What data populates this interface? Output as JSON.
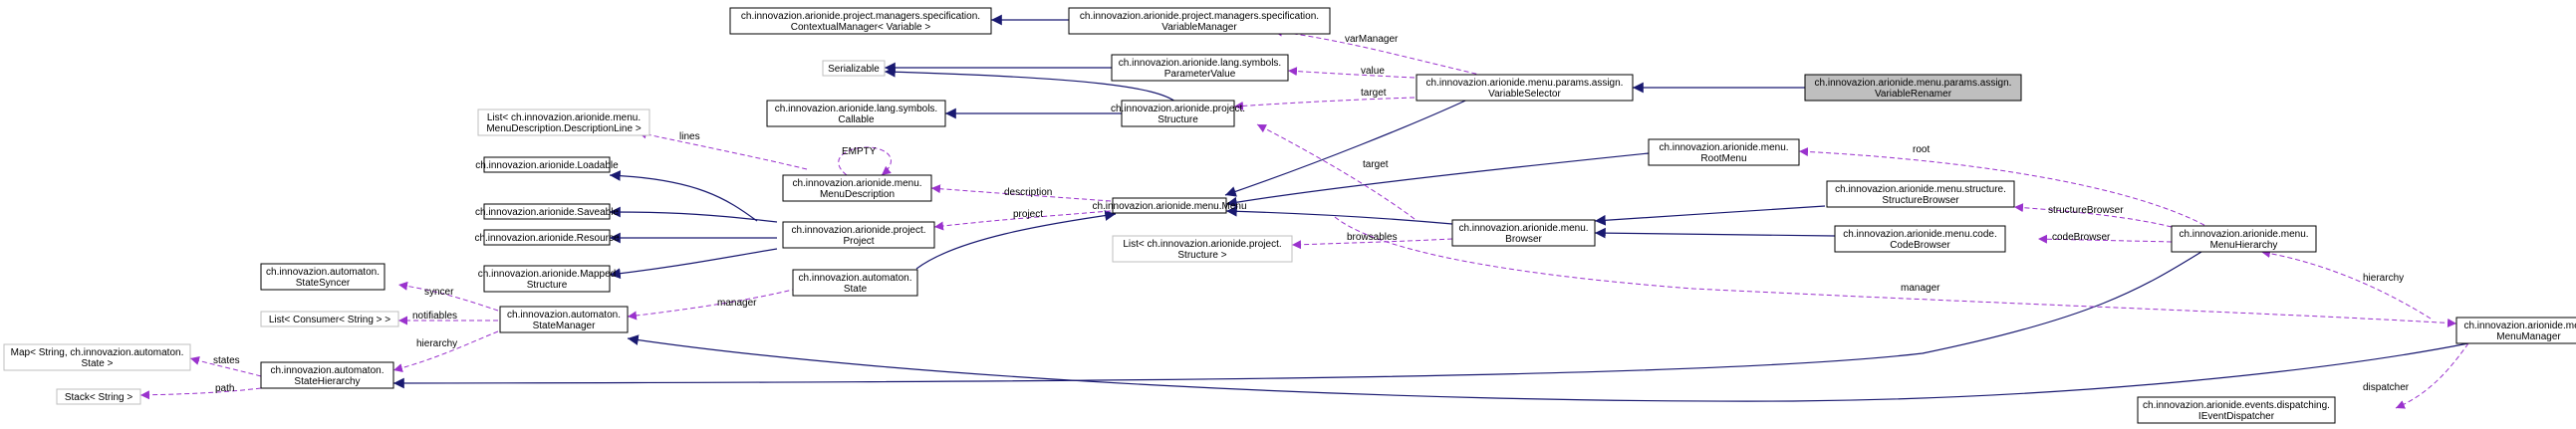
{
  "nodes": {
    "contextual_manager": [
      "ch.innovazion.arionide.project.managers.specification.",
      "ContextualManager< Variable >"
    ],
    "variable_manager": [
      "ch.innovazion.arionide.project.managers.specification.",
      "VariableManager"
    ],
    "serializable": [
      "Serializable"
    ],
    "parameter_value": [
      "ch.innovazion.arionide.lang.symbols.",
      "ParameterValue"
    ],
    "callable": [
      "ch.innovazion.arionide.lang.symbols.",
      "Callable"
    ],
    "structure": [
      "ch.innovazion.arionide.project.",
      "Structure"
    ],
    "variable_selector": [
      "ch.innovazion.arionide.menu.params.assign.",
      "VariableSelector"
    ],
    "variable_renamer": [
      "ch.innovazion.arionide.menu.params.assign.",
      "VariableRenamer"
    ],
    "description_line_list": [
      "List< ch.innovazion.arionide.menu.",
      "MenuDescription.DescriptionLine >"
    ],
    "loadable": [
      "ch.innovazion.arionide.Loadable"
    ],
    "menu_description": [
      "ch.innovazion.arionide.menu.",
      "MenuDescription"
    ],
    "saveable": [
      "ch.innovazion.arionide.Saveable"
    ],
    "menu": [
      "ch.innovazion.arionide.menu.Menu"
    ],
    "resource": [
      "ch.innovazion.arionide.Resource"
    ],
    "project": [
      "ch.innovazion.arionide.project.",
      "Project"
    ],
    "root_menu": [
      "ch.innovazion.arionide.menu.",
      "RootMenu"
    ],
    "structure_browser": [
      "ch.innovazion.arionide.menu.structure.",
      "StructureBrowser"
    ],
    "browser": [
      "ch.innovazion.arionide.menu.",
      "Browser"
    ],
    "structure_list": [
      "List< ch.innovazion.arionide.project.",
      "Structure >"
    ],
    "code_browser": [
      "ch.innovazion.arionide.menu.code.",
      "CodeBrowser"
    ],
    "menu_hierarchy": [
      "ch.innovazion.arionide.menu.",
      "MenuHierarchy"
    ],
    "mapped_structure": [
      "ch.innovazion.arionide.Mapped",
      "Structure"
    ],
    "state": [
      "ch.innovazion.automaton.",
      "State"
    ],
    "state_syncer": [
      "ch.innovazion.automaton.",
      "StateSyncer"
    ],
    "consumer_list": [
      "List< Consumer< String > >"
    ],
    "state_manager": [
      "ch.innovazion.automaton.",
      "StateManager"
    ],
    "state_map": [
      "Map< String, ch.innovazion.automaton.",
      "State >"
    ],
    "state_hierarchy": [
      "ch.innovazion.automaton.",
      "StateHierarchy"
    ],
    "string_stack": [
      "Stack< String >"
    ],
    "menu_manager": [
      "ch.innovazion.arionide.menu.",
      "MenuManager"
    ],
    "event_dispatcher": [
      "ch.innovazion.arionide.events.dispatching.",
      "IEventDispatcher"
    ]
  },
  "edge_labels": {
    "varManager": "varManager",
    "value": "value",
    "target_selector": "target",
    "lines": "lines",
    "empty": "EMPTY",
    "description": "description",
    "project": "project",
    "target_browser": "target",
    "browsables": "browsables",
    "root": "root",
    "structureBrowser": "structureBrowser",
    "codeBrowser": "codeBrowser",
    "manager_menu": "manager",
    "hierarchy_menu": "hierarchy",
    "dispatcher": "dispatcher",
    "manager_state": "manager",
    "syncer": "syncer",
    "notifiables": "notifiables",
    "hierarchy_state": "hierarchy",
    "states": "states",
    "path": "path"
  }
}
